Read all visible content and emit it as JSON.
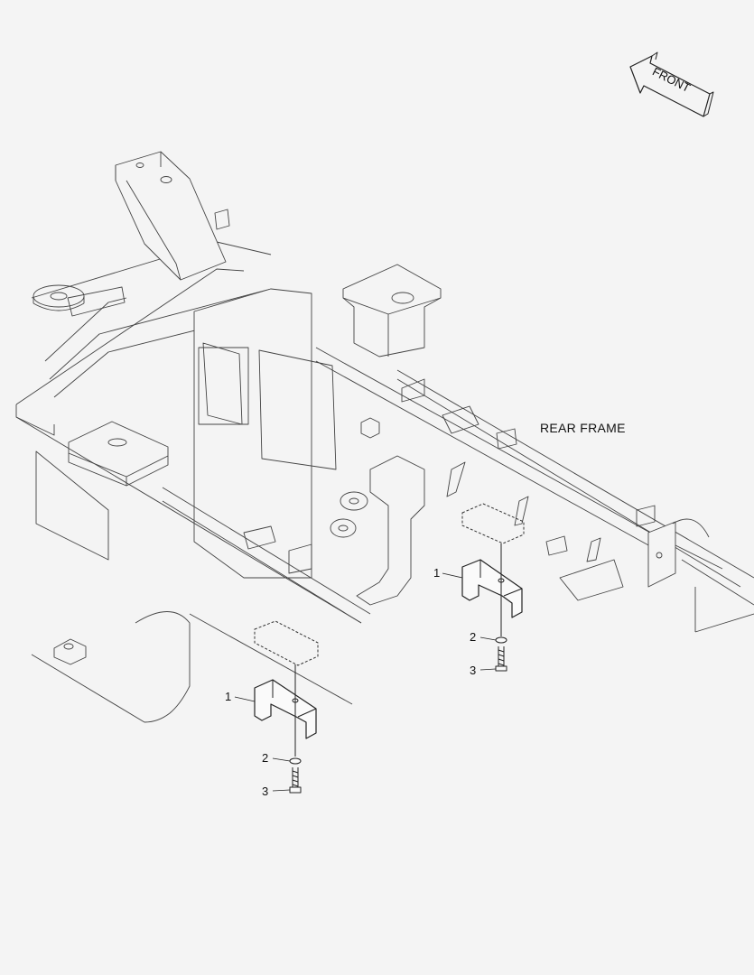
{
  "diagram": {
    "front_arrow_text": "FRONT",
    "assembly_label": "REAR FRAME",
    "callouts": {
      "upper": {
        "part1": "1",
        "part2": "2",
        "part3": "3"
      },
      "lower": {
        "part1": "1",
        "part2": "2",
        "part3": "3"
      }
    }
  }
}
